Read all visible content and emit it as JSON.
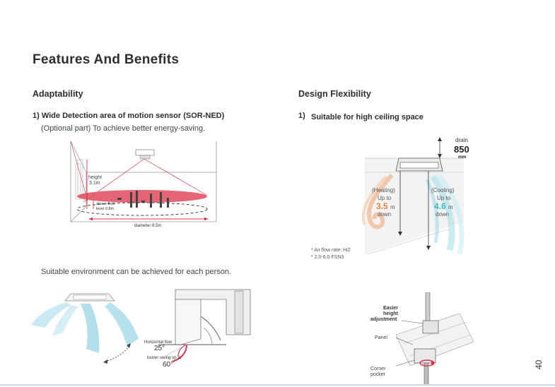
{
  "page_title": "Features And Benefits",
  "left": {
    "heading": "Adaptability",
    "item1_title": "1) Wide Detection area of motion sensor (SOR-NED)",
    "item1_desc": "(Optional part) To achieve better energy-saving.",
    "fig1_labels": {
      "height_word": "height",
      "height_value": "3.1m",
      "above_floor": "above floor",
      "level": "level 0.8m",
      "diameter": "diameter 8.5m"
    },
    "env_text": "Suitable environment can be achieved for each person.",
    "fig2_labels": {
      "horizontal_flow": "Horizontal flow",
      "angle1": "25°",
      "louver": "louver swing up to",
      "angle2": "60°"
    }
  },
  "right": {
    "heading": "Design Flexibility",
    "item_num": "1)",
    "item_title": "Suitable for high ceiling space",
    "drain_word": "drain",
    "drain_value": "850",
    "drain_unit": "mm",
    "heating_title": "(Heating)",
    "heating_upto": "Up to",
    "heating_value": "3.5",
    "heating_unit": "m",
    "heating_down": "down",
    "cooling_title": "(Cooling)",
    "cooling_upto": "Up to",
    "cooling_value": "4.6",
    "cooling_unit": "m",
    "cooling_down": "down",
    "note1": "* Air flow rate: Hi2",
    "note2": "* 2.0-6.0 FSN3",
    "fig4_labels": {
      "easier": "Easier",
      "height": "height",
      "adjustment": "adjustment",
      "panel": "Panel",
      "corner1": "Corner",
      "corner2": "pocket"
    }
  },
  "page_number": "40",
  "colors": {
    "heating": "#e8833a",
    "cooling": "#3bb8c8",
    "sensor": "#d9344a"
  }
}
